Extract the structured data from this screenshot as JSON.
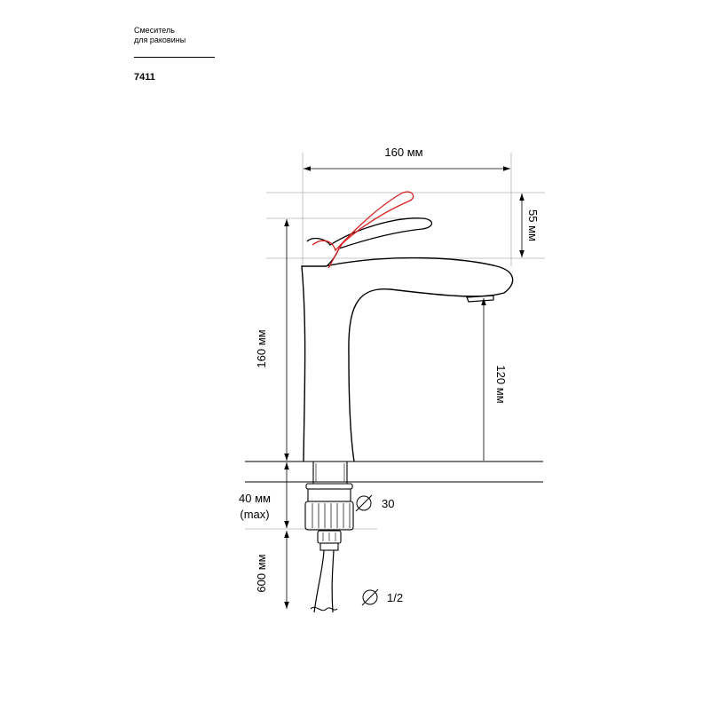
{
  "header": {
    "product_line1": "Смеситель",
    "product_line2": "для раковины",
    "model": "7411"
  },
  "dimensions": {
    "width": "160 мм",
    "lever_travel": "55 мм",
    "height": "160 мм",
    "spout_height": "120 мм",
    "thickness_line1": "40 мм",
    "thickness_line2": "(max)",
    "hole_diameter": "30",
    "hose_length": "600 мм",
    "connection": "1/2"
  },
  "colors": {
    "outline": "#000000",
    "lever_alt": "#d81e1e",
    "aux_lines": "#b5b5b5"
  }
}
